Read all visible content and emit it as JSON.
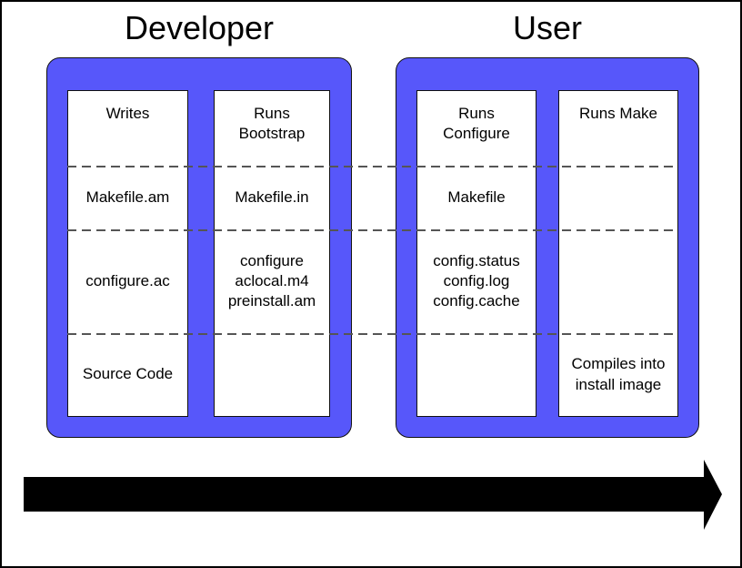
{
  "diagram": {
    "developer": {
      "title": "Developer",
      "col1": {
        "s1": "Writes",
        "s2": "Makefile.am",
        "s3": "configure.ac",
        "s4": "Source Code"
      },
      "col2": {
        "s1": "Runs\nBootstrap",
        "s2": "Makefile.in",
        "s3": "configure\naclocal.m4\npreinstall.am",
        "s4": ""
      }
    },
    "user": {
      "title": "User",
      "col1": {
        "s1": "Runs\nConfigure",
        "s2": "Makefile",
        "s3": "config.status\nconfig.log\nconfig.cache",
        "s4": ""
      },
      "col2": {
        "s1": "Runs Make",
        "s2": "",
        "s3": "",
        "s4": "Compiles into\ninstall image"
      }
    },
    "colors": {
      "panel_blue": "#5757FA",
      "dash_gray": "#555555",
      "arrow_black": "#000000",
      "border_black": "#000000"
    }
  }
}
